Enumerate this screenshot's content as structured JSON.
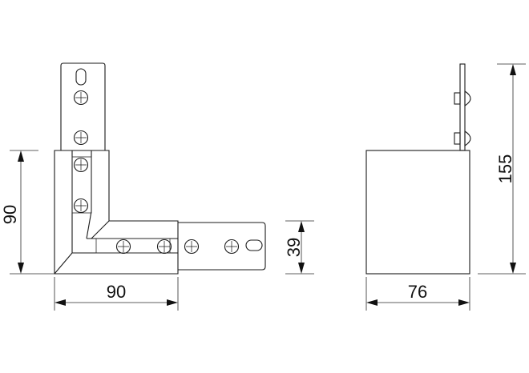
{
  "dimensions": {
    "left_height": "90",
    "left_width": "90",
    "arm_height": "39",
    "side_width": "76",
    "side_height": "155"
  },
  "colors": {
    "line": "#1a1a1a",
    "background": "#ffffff"
  }
}
